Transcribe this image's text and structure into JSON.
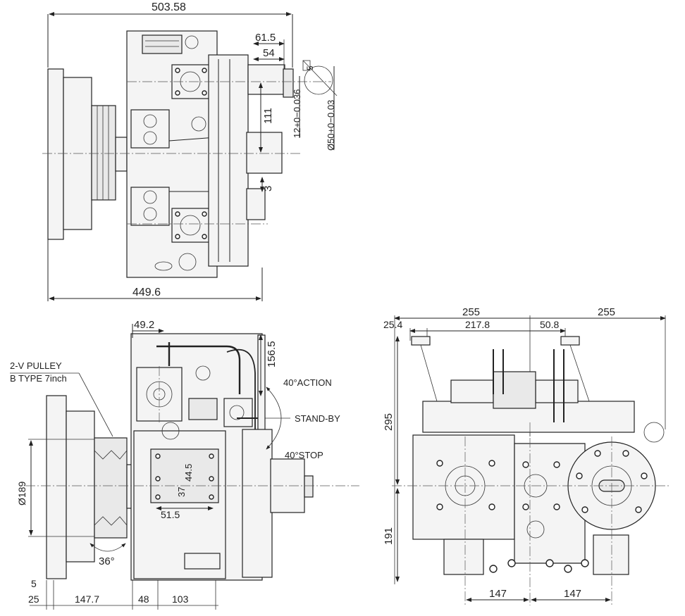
{
  "top_view": {
    "overall_width": "503.58",
    "dim_61_5": "61.5",
    "dim_54": "54",
    "dim_5": "5",
    "dim_111": "111",
    "key_width": "12+0−0.036",
    "shaft_dia": "Ø50+0−0.03",
    "dim_3": "3",
    "bottom_width": "449.6"
  },
  "side_view": {
    "pulley_label_line1": "2-V PULLEY",
    "pulley_label_line2": "B TYPE 7inch",
    "dim_49_2": "49.2",
    "dim_156_5": "156.5",
    "lever_action": "40°ACTION",
    "lever_standby": "STAND-BY",
    "lever_stop": "40°STOP",
    "pulley_dia": "Ø189",
    "dim_44_5": "44.5",
    "dim_37": "37",
    "dim_51_5": "51.5",
    "angle_36": "36°",
    "dim_5": "5",
    "dim_25": "25",
    "dim_147_7": "147.7",
    "dim_48": "48",
    "dim_103": "103"
  },
  "front_view": {
    "dim_255_left": "255",
    "dim_255_right": "255",
    "dim_25_4": "25.4",
    "dim_217_8": "217.8",
    "dim_50_8": "50.8",
    "dim_295": "295",
    "dim_191": "191",
    "dim_147_left": "147",
    "dim_147_right": "147"
  }
}
